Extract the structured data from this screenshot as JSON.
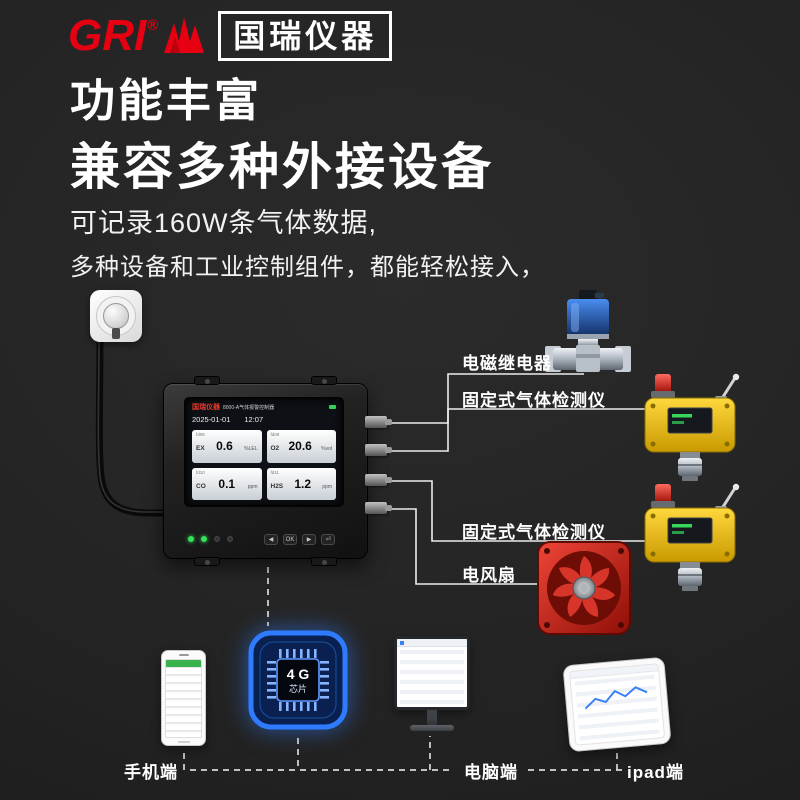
{
  "logo": {
    "text": "GRI",
    "reg": "®",
    "brand": "国瑞仪器"
  },
  "headings": {
    "title1": "功能丰富",
    "title2": "兼容多种外接设备"
  },
  "paragraphs": {
    "line1": "可记录160W条气体数据,",
    "line2": "多种设备和工业控制组件，都能轻松接入，"
  },
  "controller": {
    "screen_brand": "国瑞仪器",
    "screen_model": "8000-A气体报警控制器",
    "date": "2025-01-01",
    "time": "12:07",
    "channels": [
      {
        "code": "fd06",
        "gas": "EX",
        "value": "0.6",
        "unit": "%LEL"
      },
      {
        "code": "fd09",
        "gas": "O2",
        "value": "20.6",
        "unit": "%vol"
      },
      {
        "code": "fd10",
        "gas": "CO",
        "value": "0.1",
        "unit": "ppm"
      },
      {
        "code": "fd11",
        "gas": "H2S",
        "value": "1.2",
        "unit": "ppm"
      }
    ],
    "buttons": [
      "◀",
      "OK",
      "▶",
      "⏎"
    ]
  },
  "labels": {
    "relay": "电磁继电器",
    "detector1": "固定式气体检测仪",
    "detector2": "固定式气体检测仪",
    "fan": "电风扇",
    "phone": "手机端",
    "pc": "电脑端",
    "ipad": "ipad端"
  },
  "chip": {
    "line1": "4 G",
    "line2": "芯片"
  },
  "colors": {
    "brand_red": "#e60012",
    "chip_blue": "#2f7bff",
    "background": "#232323"
  }
}
